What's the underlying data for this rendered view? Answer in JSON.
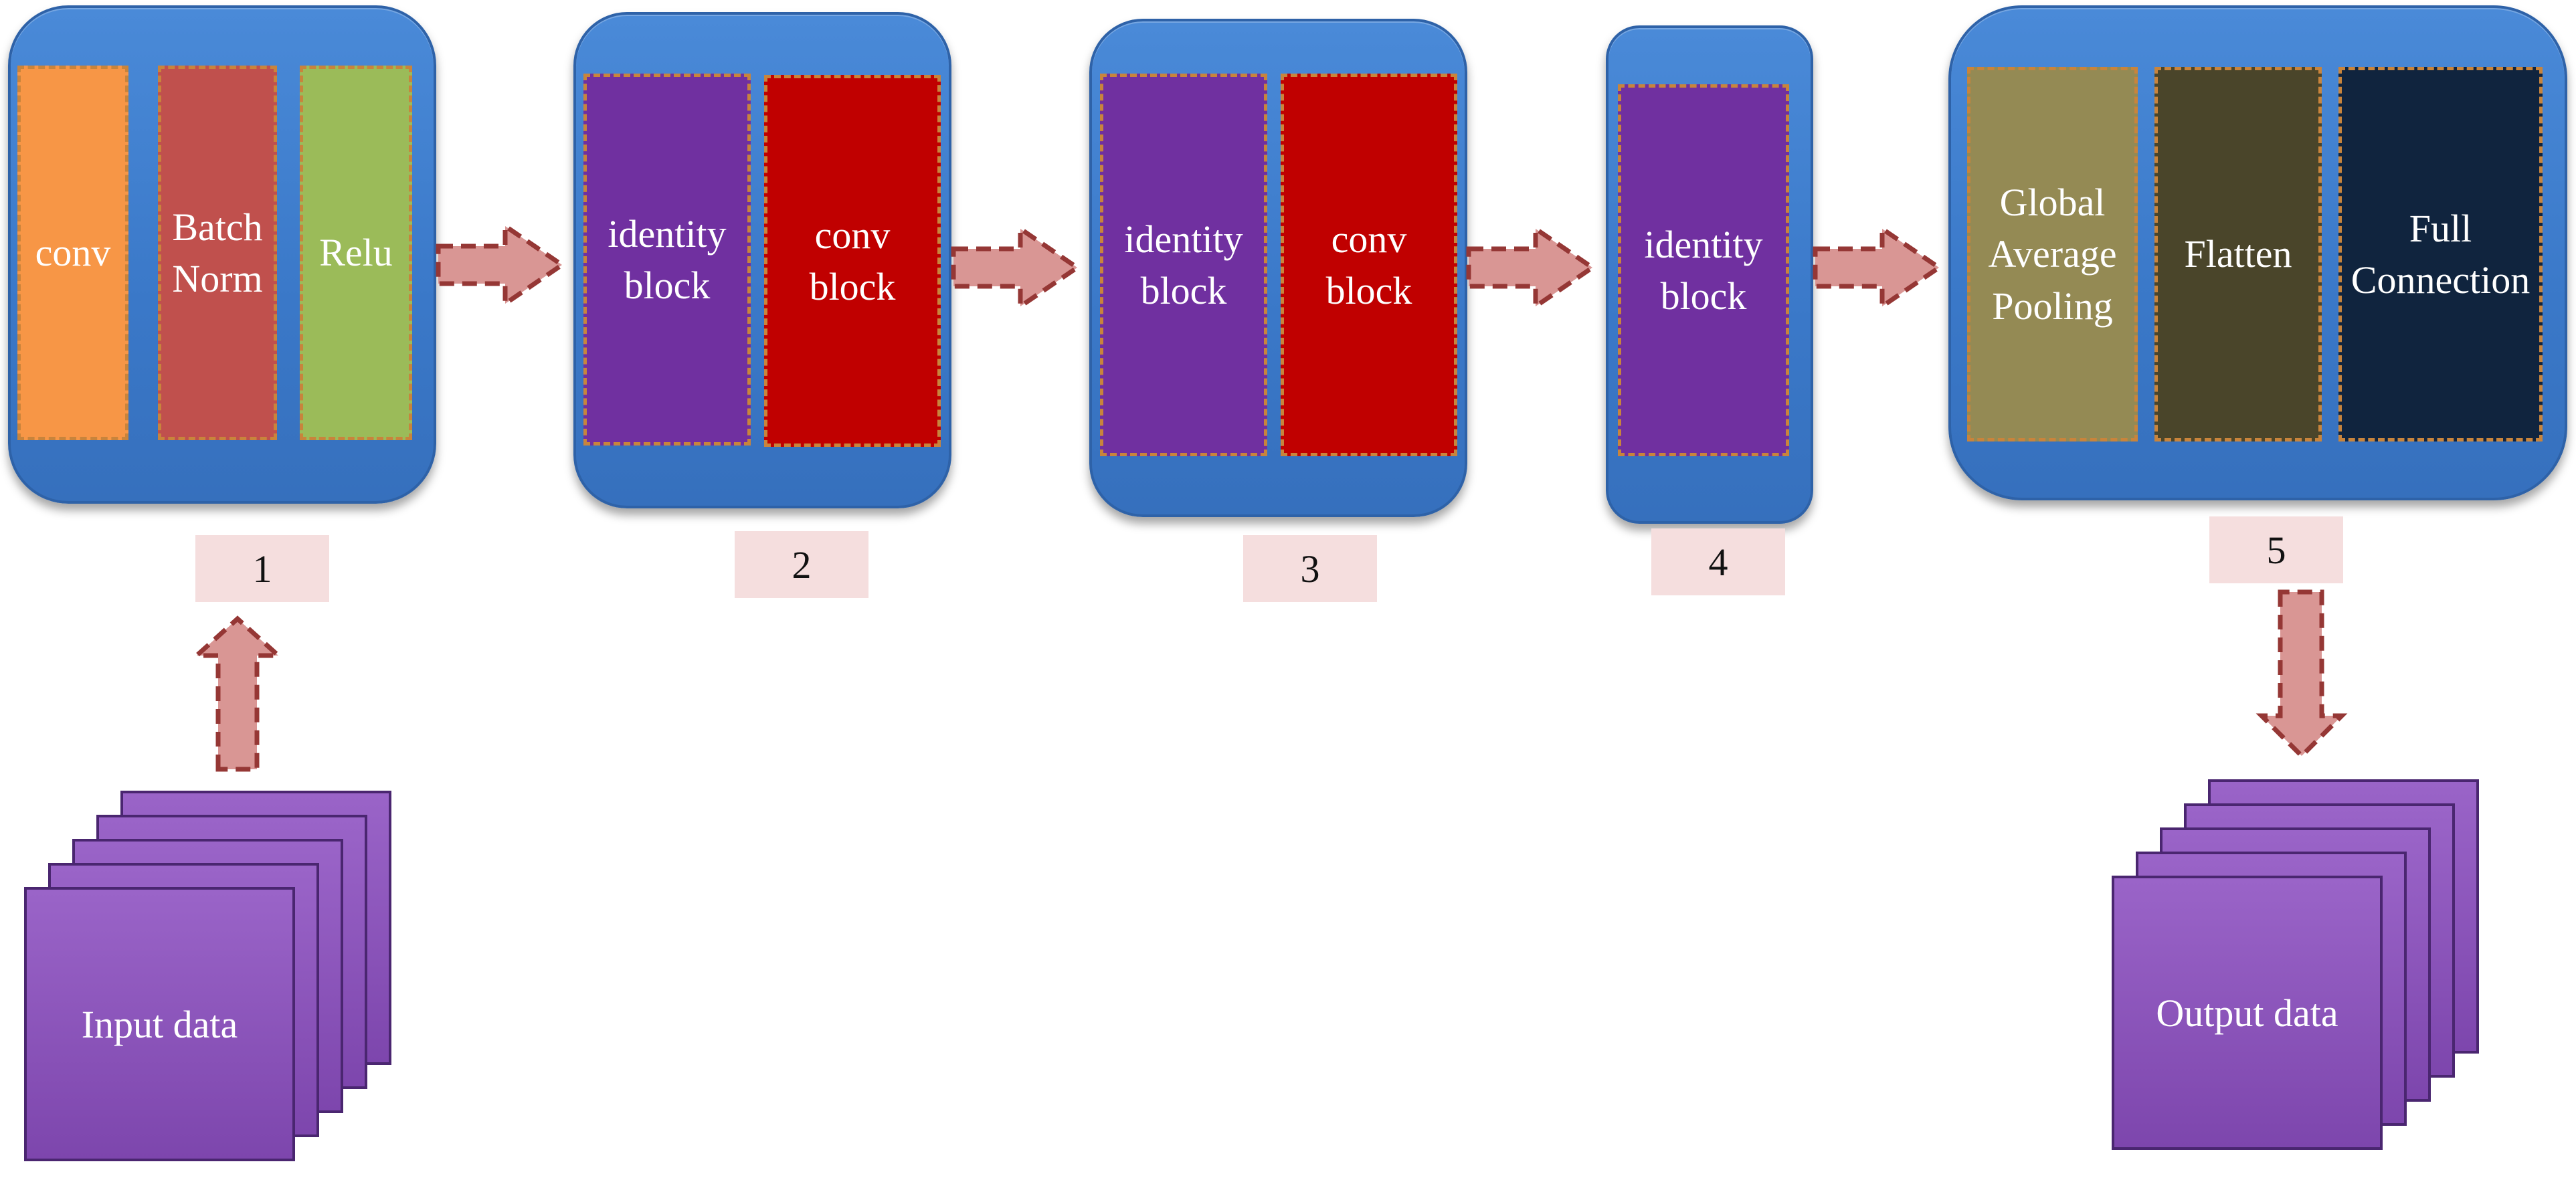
{
  "stages": [
    {
      "number": "1",
      "blocks": [
        {
          "label": "conv",
          "color": "#f79646"
        },
        {
          "label": "Batch\nNorm",
          "color": "#c0504d"
        },
        {
          "label": "Relu",
          "color": "#9bbb59"
        }
      ]
    },
    {
      "number": "2",
      "blocks": [
        {
          "label": "identity\nblock",
          "color": "#7030a0"
        },
        {
          "label": "conv\nblock",
          "color": "#c00000"
        }
      ]
    },
    {
      "number": "3",
      "blocks": [
        {
          "label": "identity\nblock",
          "color": "#7030a0"
        },
        {
          "label": "conv\nblock",
          "color": "#c00000"
        }
      ]
    },
    {
      "number": "4",
      "blocks": [
        {
          "label": "identity\nblock",
          "color": "#7030a0"
        }
      ]
    },
    {
      "number": "5",
      "blocks": [
        {
          "label": "Global\nAverage\nPooling",
          "color": "#948a54"
        },
        {
          "label": "Flatten",
          "color": "#4a452a"
        },
        {
          "label": "Full\nConnection",
          "color": "#10243e"
        }
      ]
    }
  ],
  "input": {
    "label": "Input data"
  },
  "output": {
    "label": "Output data"
  },
  "colors": {
    "panel": "#3a78c8",
    "arrow_fill": "#d99694",
    "arrow_stroke": "#953735",
    "data_stack": "#8a55ba",
    "number_label_bg": "#f5dede"
  }
}
